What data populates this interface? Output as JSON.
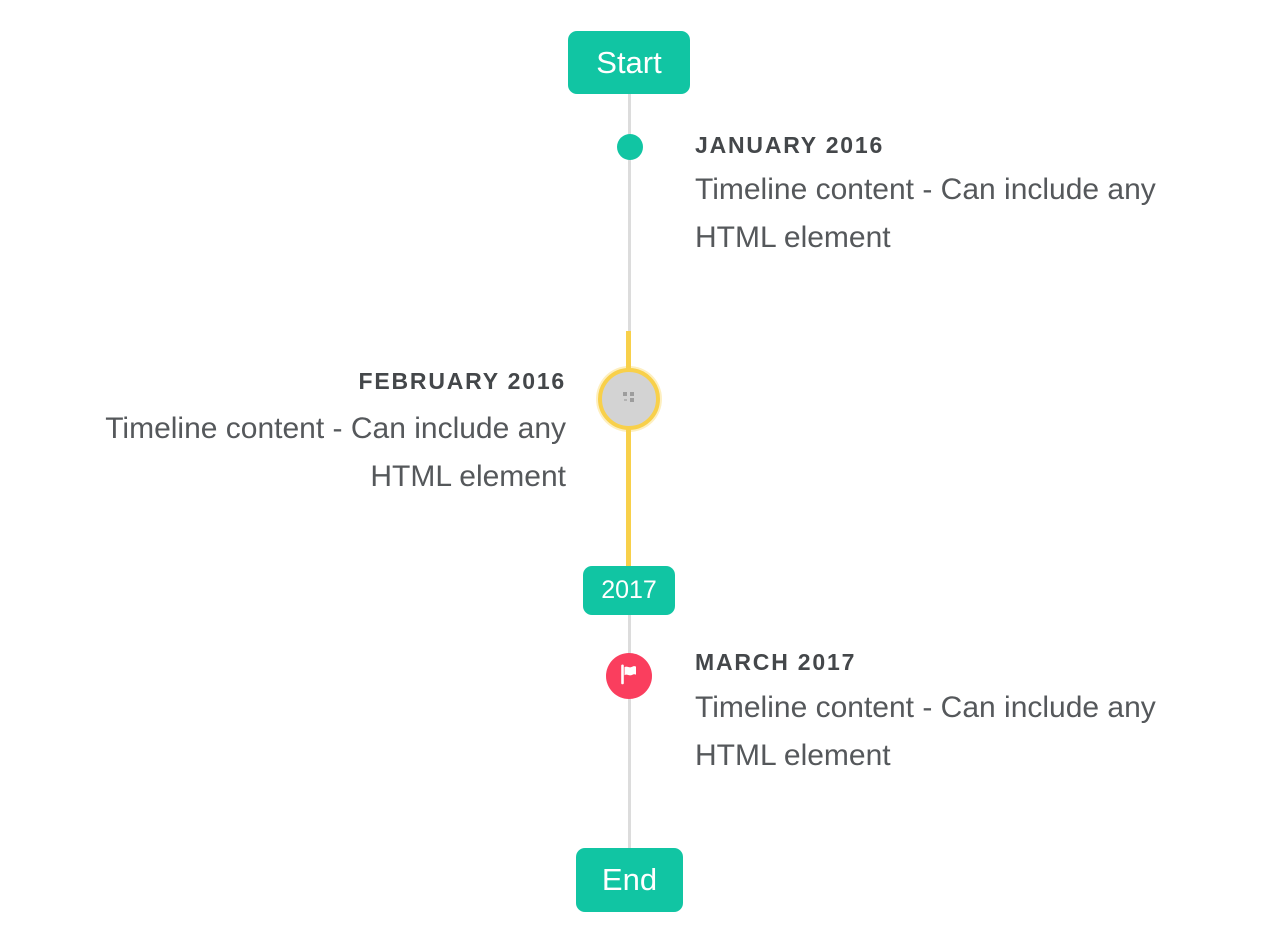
{
  "timeline": {
    "start_badge": "Start",
    "year_badge": "2017",
    "end_badge": "End",
    "entries": [
      {
        "id": "january-2016",
        "title": "JANUARY 2016",
        "content": "Timeline content - Can include any HTML element",
        "side": "right",
        "marker": "teal-dot"
      },
      {
        "id": "february-2016",
        "title": "FEBRUARY 2016",
        "content": "Timeline content - Can include any HTML element",
        "side": "left",
        "marker": "image-placeholder-circle-yellow-ring"
      },
      {
        "id": "march-2017",
        "title": "MARCH 2017",
        "content": "Timeline content - Can include any HTML element",
        "side": "right",
        "marker": "red-flag-circle"
      }
    ],
    "colors": {
      "accent_teal": "#11c5a3",
      "highlight_yellow": "#f8d04a",
      "flag_red": "#fa3e5e",
      "line_gray": "#dcdcdc",
      "placeholder_gray": "#d3d3d3",
      "title_text": "#44474a",
      "content_text": "#55585b"
    }
  }
}
